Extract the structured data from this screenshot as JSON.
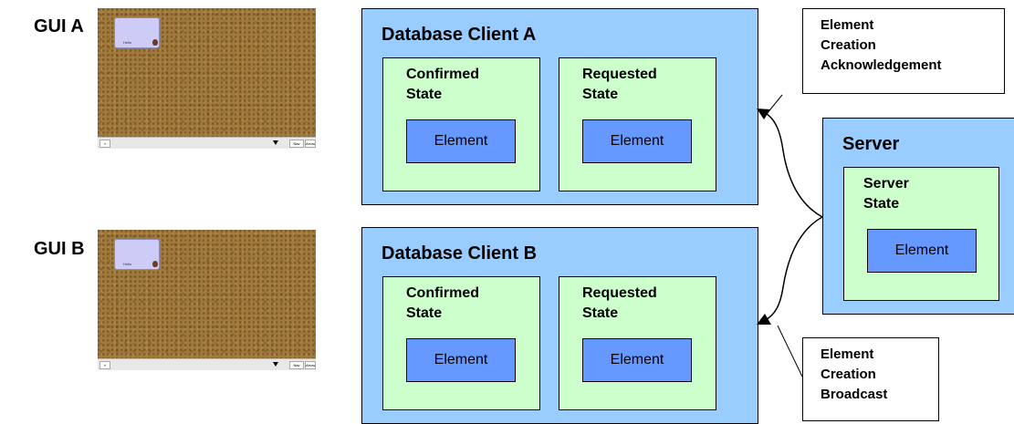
{
  "gui_a": {
    "label": "GUI A",
    "note_text": "Hello",
    "toolbar": {
      "left_btn": "«",
      "btn1": "Nav",
      "btn2": "Arrow Command"
    }
  },
  "gui_b": {
    "label": "GUI B",
    "note_text": "Hello",
    "toolbar": {
      "left_btn": "«",
      "btn1": "Nav",
      "btn2": "Arrow Command"
    }
  },
  "client_a": {
    "title": "Database Client A",
    "confirmed_label": "Confirmed\nState",
    "requested_label": "Requested\nState",
    "element_label": "Element"
  },
  "client_b": {
    "title": "Database Client B",
    "confirmed_label": "Confirmed\nState",
    "requested_label": "Requested\nState",
    "element_label": "Element"
  },
  "server": {
    "title": "Server",
    "state_label": "Server\nState",
    "element_label": "Element"
  },
  "messages": {
    "ack": "Element\nCreation\nAcknowledgement",
    "broadcast": "Element\nCreation\nBroadcast"
  },
  "colors": {
    "client_bg": "#99ccff",
    "state_bg": "#ccffcc",
    "element_bg": "#6699ff",
    "note_bg": "#ccccf7",
    "cork": "#a07a3c"
  }
}
